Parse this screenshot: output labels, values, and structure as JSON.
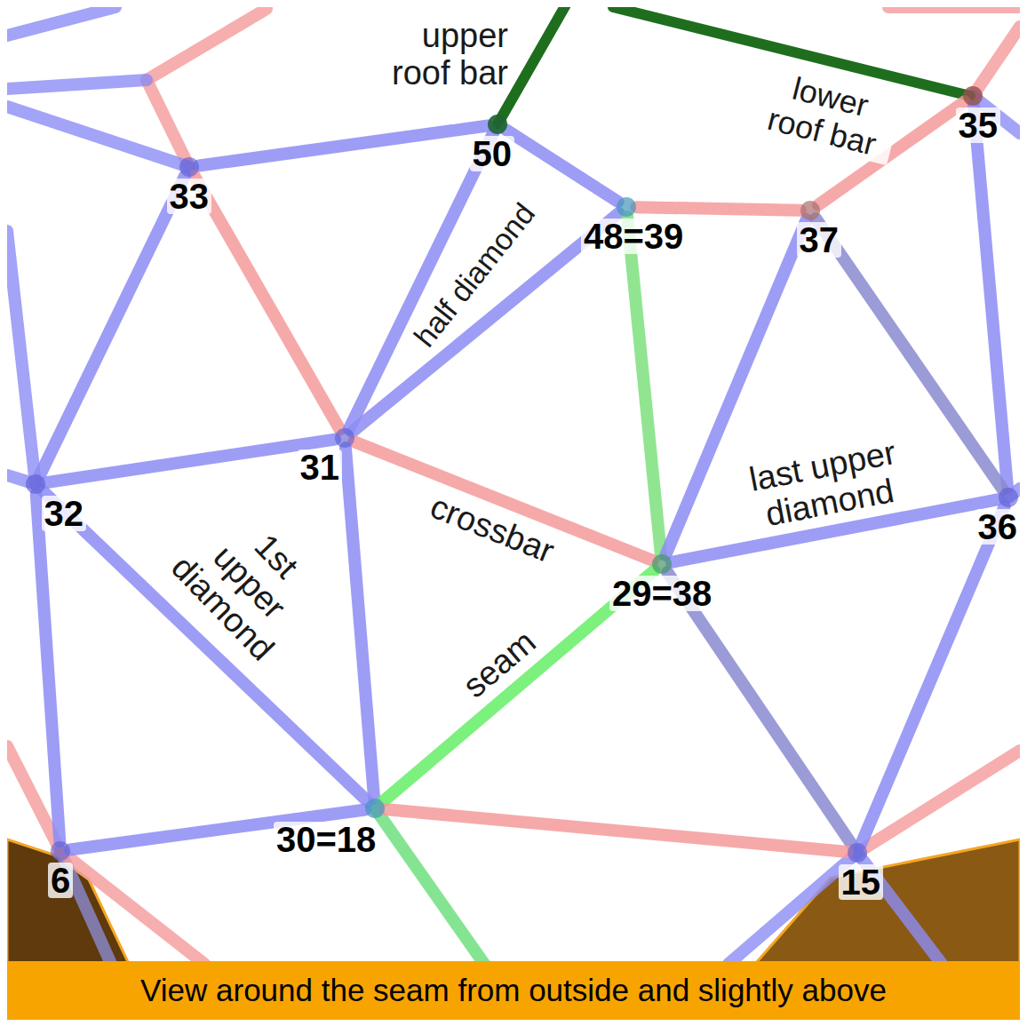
{
  "diagram": {
    "caption": "View around the seam from outside and slightly above",
    "nodes": [
      {
        "text": [
          "50"
        ]
      },
      {
        "text": [
          "35"
        ]
      },
      {
        "text": [
          "33"
        ]
      },
      {
        "text": [
          "48=39"
        ]
      },
      {
        "text": [
          "37"
        ]
      },
      {
        "text": [
          "31"
        ]
      },
      {
        "text": [
          "32"
        ]
      },
      {
        "text": [
          "36"
        ]
      },
      {
        "text": [
          "29=38"
        ]
      },
      {
        "text": [
          "30=18"
        ]
      },
      {
        "text": [
          "6"
        ]
      },
      {
        "text": [
          "15"
        ]
      }
    ],
    "edges": [
      {
        "from": 2,
        "to": 0,
        "arrow": "none"
      },
      {
        "from": 0,
        "to": 3,
        "arrow": "none"
      },
      {
        "from": 3,
        "to": 4,
        "arrow": "none"
      },
      {
        "from": 4,
        "to": 1,
        "arrow": "none"
      },
      {
        "from": 1,
        "to": 7,
        "arrow": "none"
      },
      {
        "from": 2,
        "to": 5,
        "arrow": "none"
      },
      {
        "from": 2,
        "to": 6,
        "arrow": "none"
      },
      {
        "from": 0,
        "to": 5,
        "arrow": "none"
      },
      {
        "from": 5,
        "to": 3,
        "arrow": "none"
      },
      {
        "from": 3,
        "to": 8,
        "arrow": "none"
      },
      {
        "from": 4,
        "to": 8,
        "arrow": "none"
      },
      {
        "from": 4,
        "to": 7,
        "arrow": "none"
      },
      {
        "from": 6,
        "to": 5,
        "arrow": "none"
      },
      {
        "from": 5,
        "to": 8,
        "label": "crossbar",
        "arrow": "none"
      },
      {
        "from": 8,
        "to": 7,
        "arrow": "none"
      },
      {
        "from": 6,
        "to": 10,
        "arrow": "none"
      },
      {
        "from": 6,
        "to": 9,
        "arrow": "none"
      },
      {
        "from": 5,
        "to": 9,
        "arrow": "none"
      },
      {
        "from": 9,
        "to": 8,
        "label": "seam",
        "arrow": "none"
      },
      {
        "from": 8,
        "to": 11,
        "arrow": "none"
      },
      {
        "from": 7,
        "to": 11,
        "arrow": "none"
      },
      {
        "from": 10,
        "to": 9,
        "arrow": "none"
      },
      {
        "from": 9,
        "to": 11,
        "arrow": "none"
      }
    ],
    "labels": [
      "upper roof bar",
      "lower roof bar",
      "half diamond",
      "1st upper diamond",
      "last upper diamond"
    ]
  }
}
